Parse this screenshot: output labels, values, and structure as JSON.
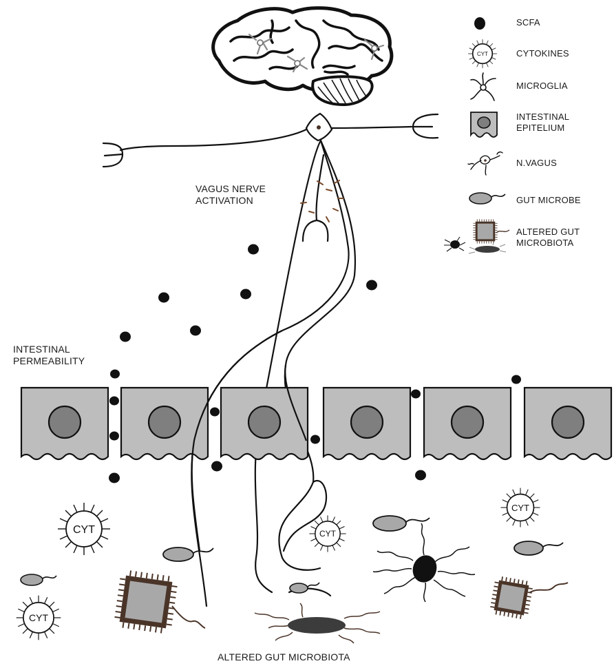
{
  "legend": {
    "scfa": "SCFA",
    "cytokines": "CYTOKINES",
    "microglia": "MICROGLIA",
    "epithelium_line1": "INTESTINAL",
    "epithelium_line2": "EPITELIUM",
    "vagus": "N.VAGUS",
    "gut_microbe": "GUT MICROBE",
    "altered_line1": "ALTERED GUT",
    "altered_line2": "MICROBIOTA"
  },
  "labels": {
    "vagus_activation_line1": "VAGUS NERVE",
    "vagus_activation_line2": "ACTIVATION",
    "permeability_line1": "INTESTINAL",
    "permeability_line2": "PERMEABILITY",
    "bottom_title": "ALTERED GUT MICROBIOTA"
  },
  "cytokine_text": "CYT",
  "colors": {
    "ink": "#111111",
    "epithelium_fill": "#bdbdbd",
    "nucleus_fill": "#7f7f7f",
    "microbe_fill": "#a8a8a8",
    "altered_brown": "#4a3428",
    "activation_marks": "#7a4a2a"
  }
}
